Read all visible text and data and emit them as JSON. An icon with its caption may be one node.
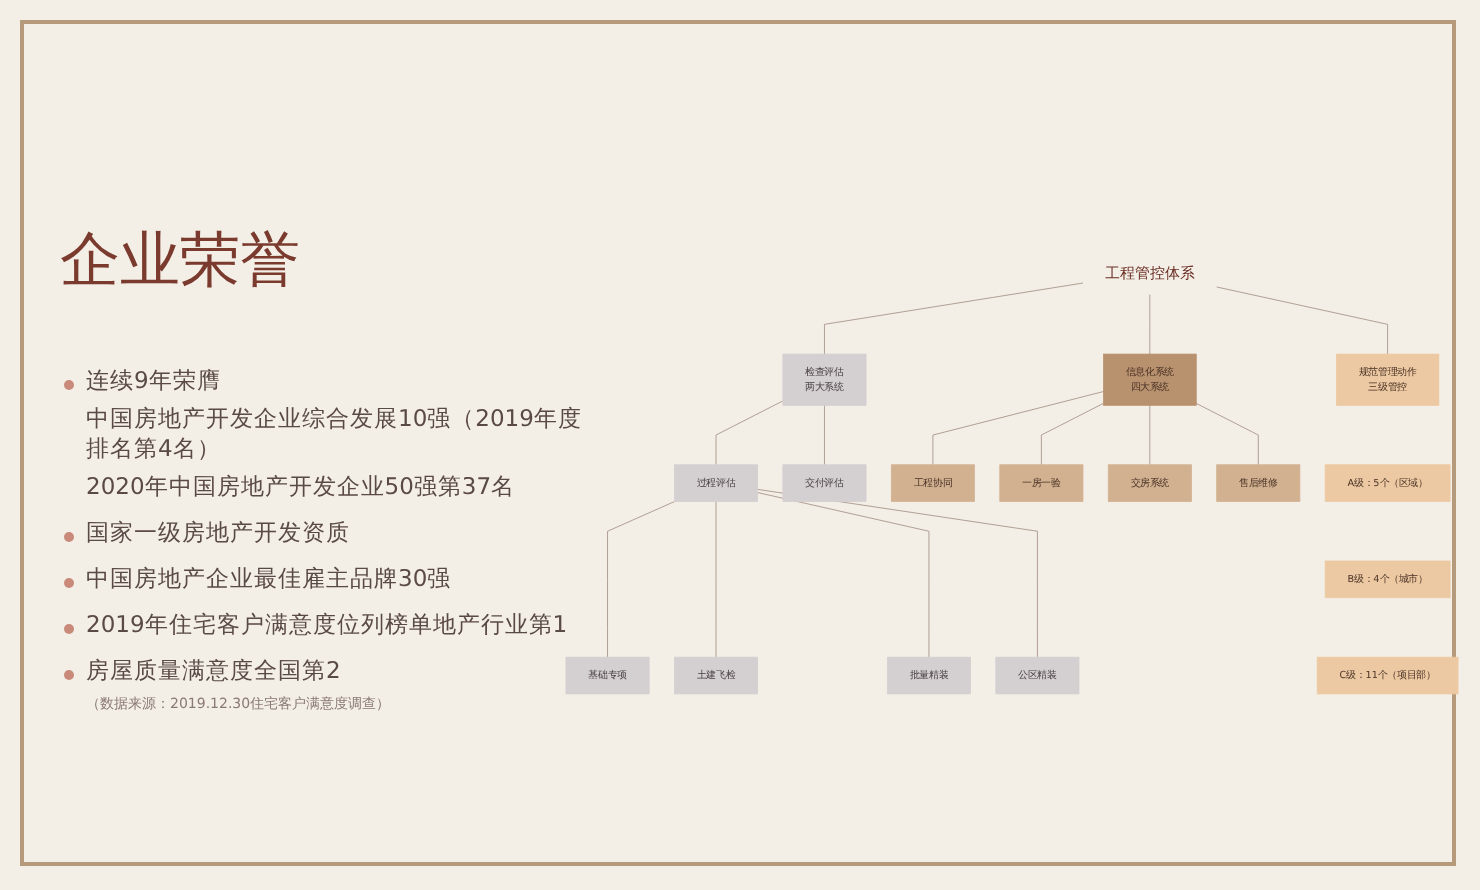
{
  "diagram": {
    "title": "企业荣誉",
    "nodes": [
      {
        "text": [
          "工程管控体系"
        ]
      },
      {
        "text": [
          "信息化系统",
          "四大系统"
        ]
      },
      {
        "text": [
          "检查评估",
          "两大系统"
        ]
      },
      {
        "text": [
          "规范管理动作",
          "三级管控"
        ]
      },
      {
        "text": [
          "过程评估"
        ]
      },
      {
        "text": [
          "交付评估"
        ]
      },
      {
        "text": [
          "工程协同"
        ]
      },
      {
        "text": [
          "一房一验"
        ]
      },
      {
        "text": [
          "交房系统"
        ]
      },
      {
        "text": [
          "售后维修"
        ]
      },
      {
        "text": [
          "基础专项"
        ]
      },
      {
        "text": [
          "土建飞检"
        ]
      },
      {
        "text": [
          "批量精装"
        ]
      },
      {
        "text": [
          "公区精装"
        ]
      },
      {
        "text": [
          "A级：5个（区域）"
        ]
      },
      {
        "text": [
          "B级：4个（城市）"
        ]
      },
      {
        "text": [
          "C级：11个（项目部）"
        ]
      }
    ],
    "edges": [
      {
        "from": 0,
        "to": 1,
        "arrow": "none"
      },
      {
        "from": 0,
        "to": 2,
        "arrow": "none"
      },
      {
        "from": 0,
        "to": 3,
        "arrow": "none"
      },
      {
        "from": 1,
        "to": 6,
        "arrow": "none"
      },
      {
        "from": 1,
        "to": 7,
        "arrow": "none"
      },
      {
        "from": 1,
        "to": 8,
        "arrow": "none"
      },
      {
        "from": 1,
        "to": 9,
        "arrow": "none"
      },
      {
        "from": 2,
        "to": 4,
        "arrow": "none"
      },
      {
        "from": 2,
        "to": 5,
        "arrow": "none"
      },
      {
        "from": 4,
        "to": 10,
        "arrow": "none"
      },
      {
        "from": 4,
        "to": 11,
        "arrow": "none"
      },
      {
        "from": 4,
        "to": 12,
        "arrow": "none"
      },
      {
        "from": 4,
        "to": 13,
        "arrow": "none"
      }
    ],
    "labels": [
      "连续9年荣膺",
      "中国房地产开发企业综合发展10强（2019年度排名第4名）",
      "2020年中国房地产开发企业50强第37名",
      "国家一级房地产开发资质",
      "中国房地产企业最佳雇主品牌30强",
      "2019年住宅客户满意度位列榜单地产行业第1",
      "房屋质量满意度全国第2",
      "（数据来源：2019.12.30住宅客户满意度调查）"
    ]
  }
}
